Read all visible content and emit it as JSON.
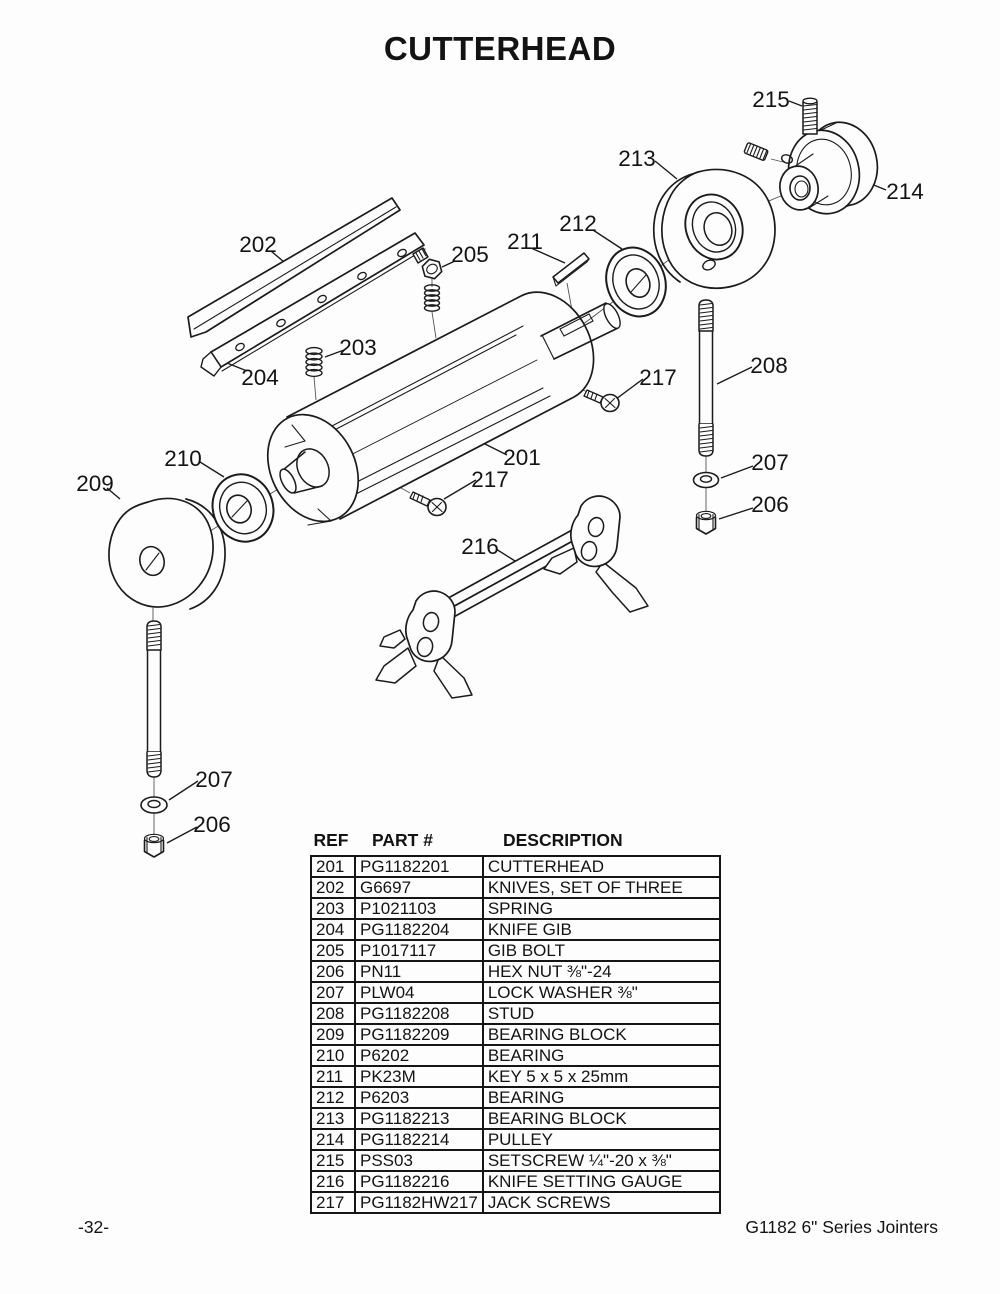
{
  "page": {
    "title": "CUTTERHEAD",
    "footer_left": "-32-",
    "footer_right": "G1182 6\" Series Jointers"
  },
  "diagram": {
    "callouts": [
      {
        "label": "215"
      },
      {
        "label": "213"
      },
      {
        "label": "214"
      },
      {
        "label": "202"
      },
      {
        "label": "205"
      },
      {
        "label": "211"
      },
      {
        "label": "212"
      },
      {
        "label": "203"
      },
      {
        "label": "204"
      },
      {
        "label": "217"
      },
      {
        "label": "208"
      },
      {
        "label": "210"
      },
      {
        "label": "201"
      },
      {
        "label": "217"
      },
      {
        "label": "209"
      },
      {
        "label": "207"
      },
      {
        "label": "206"
      },
      {
        "label": "216"
      },
      {
        "label": "207"
      },
      {
        "label": "206"
      }
    ]
  },
  "table": {
    "headers": [
      "REF",
      "PART #",
      "DESCRIPTION"
    ],
    "rows": [
      {
        "ref": "201",
        "part": "PG1182201",
        "desc": "CUTTERHEAD"
      },
      {
        "ref": "202",
        "part": "G6697",
        "desc": "KNIVES, SET OF THREE"
      },
      {
        "ref": "203",
        "part": "P1021103",
        "desc": "SPRING"
      },
      {
        "ref": "204",
        "part": "PG1182204",
        "desc": "KNIFE GIB"
      },
      {
        "ref": "205",
        "part": "P1017117",
        "desc": "GIB BOLT"
      },
      {
        "ref": "206",
        "part": "PN11",
        "desc": "HEX NUT ⅜\"-24"
      },
      {
        "ref": "207",
        "part": "PLW04",
        "desc": "LOCK WASHER ⅜\""
      },
      {
        "ref": "208",
        "part": "PG1182208",
        "desc": "STUD"
      },
      {
        "ref": "209",
        "part": "PG1182209",
        "desc": "BEARING BLOCK"
      },
      {
        "ref": "210",
        "part": "P6202",
        "desc": "BEARING"
      },
      {
        "ref": "211",
        "part": "PK23M",
        "desc": "KEY 5 x 5 x 25mm"
      },
      {
        "ref": "212",
        "part": "P6203",
        "desc": "BEARING"
      },
      {
        "ref": "213",
        "part": "PG1182213",
        "desc": "BEARING BLOCK"
      },
      {
        "ref": "214",
        "part": "PG1182214",
        "desc": "PULLEY"
      },
      {
        "ref": "215",
        "part": "PSS03",
        "desc": "SETSCREW ¼\"-20 x ⅜\""
      },
      {
        "ref": "216",
        "part": "PG1182216",
        "desc": "KNIFE SETTING GAUGE"
      },
      {
        "ref": "217",
        "part": "PG1182HW217",
        "desc": "JACK SCREWS"
      }
    ]
  }
}
